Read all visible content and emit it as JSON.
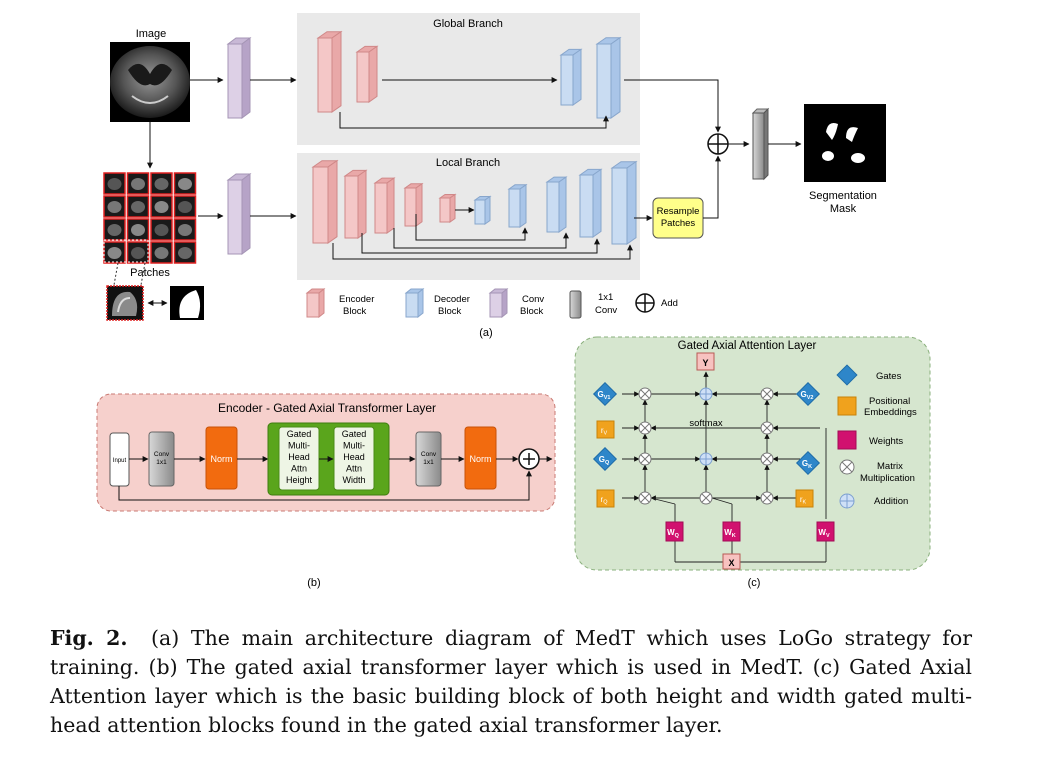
{
  "panel_a": {
    "image_label": "Image",
    "global_branch": "Global Branch",
    "local_branch": "Local Branch",
    "patches_label": "Patches",
    "resample_line1": "Resample",
    "resample_line2": "Patches",
    "segmentation_line1": "Segmentation",
    "segmentation_line2": "Mask",
    "legend": {
      "encoder_1": "Encoder",
      "encoder_2": "Block",
      "decoder_1": "Decoder",
      "decoder_2": "Block",
      "conv_1": "Conv",
      "conv_2": "Block",
      "onebyone_1": "1x1",
      "onebyone_2": "Conv",
      "add": "Add"
    },
    "tag": "(a)"
  },
  "panel_b": {
    "title": "Encoder - Gated Axial Transformer Layer",
    "input": "Input",
    "conv_1": "Conv",
    "conv_2": "1x1",
    "norm": "Norm",
    "height_block": [
      "Gated",
      "Multi-",
      "Head",
      "Attn",
      "Height"
    ],
    "width_block": [
      "Gated",
      "Multi-",
      "Head",
      "Attn",
      "Width"
    ],
    "tag": "(b)"
  },
  "panel_c": {
    "title": "Gated Axial Attention Layer",
    "y": "Y",
    "x": "X",
    "softmax": "softmax",
    "legend": {
      "gates": "Gates",
      "pos_1": "Positional",
      "pos_2": "Embeddings",
      "weights": "Weights",
      "mm_1": "Matrix",
      "mm_2": "Multiplication",
      "addition": "Addition"
    },
    "tag": "(c)"
  },
  "colors": {
    "encoder": "#f4c7c7",
    "decoder": "#c9dcf2",
    "conv": "#ddd0e6",
    "norm": "#f26b0f",
    "attn_green": "#5aa51c",
    "gate_blue": "#2e86c9",
    "pos_orange": "#f0a21d",
    "weight_magenta": "#d1116f",
    "panel_b_bg": "#f6d0cc",
    "panel_c_bg": "#d6e6cf"
  },
  "caption": {
    "label": "Fig. 2.",
    "text": "(a) The main architecture diagram of MedT which uses LoGo strategy for training. (b) The gated axial transformer layer which is used in MedT. (c) Gated Axial Attention layer which is the basic building block of both height and width gated multi-head attention blocks found in the gated axial transformer layer."
  }
}
